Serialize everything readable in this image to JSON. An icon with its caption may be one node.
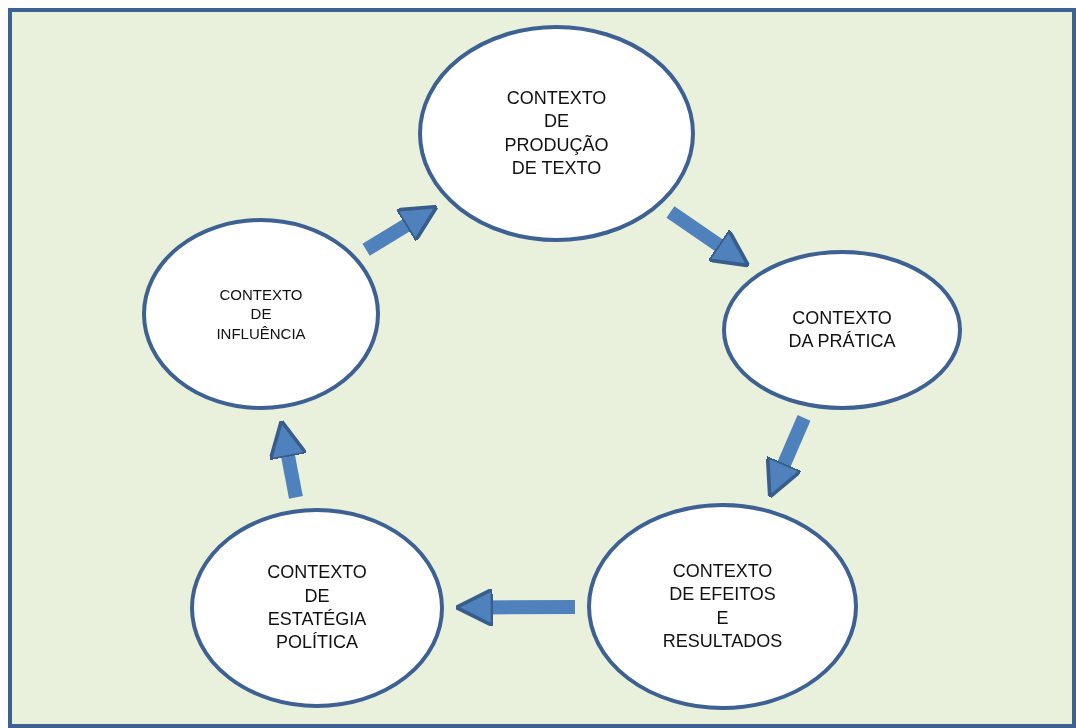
{
  "diagram": {
    "nodes": [
      {
        "text": [
          "CONTEXTO DE INFLUÊNCIA"
        ]
      },
      {
        "text": [
          "CONTEXTO DE PRODUÇÃO DE TEXTO"
        ]
      },
      {
        "text": [
          "CONTEXTO DA PRÁTICA"
        ]
      },
      {
        "text": [
          "CONTEXTO DE EFEITOS E RESULTADOS"
        ]
      },
      {
        "text": [
          "CONTEXTO DE ESTATÉGIA POLÍTICA"
        ]
      }
    ],
    "edges": [
      {
        "from": 0,
        "to": 1,
        "arrow": "to"
      },
      {
        "from": 1,
        "to": 2,
        "arrow": "to"
      },
      {
        "from": 2,
        "to": 3,
        "arrow": "to"
      },
      {
        "from": 3,
        "to": 4,
        "arrow": "to"
      },
      {
        "from": 4,
        "to": 0,
        "arrow": "to"
      }
    ]
  }
}
